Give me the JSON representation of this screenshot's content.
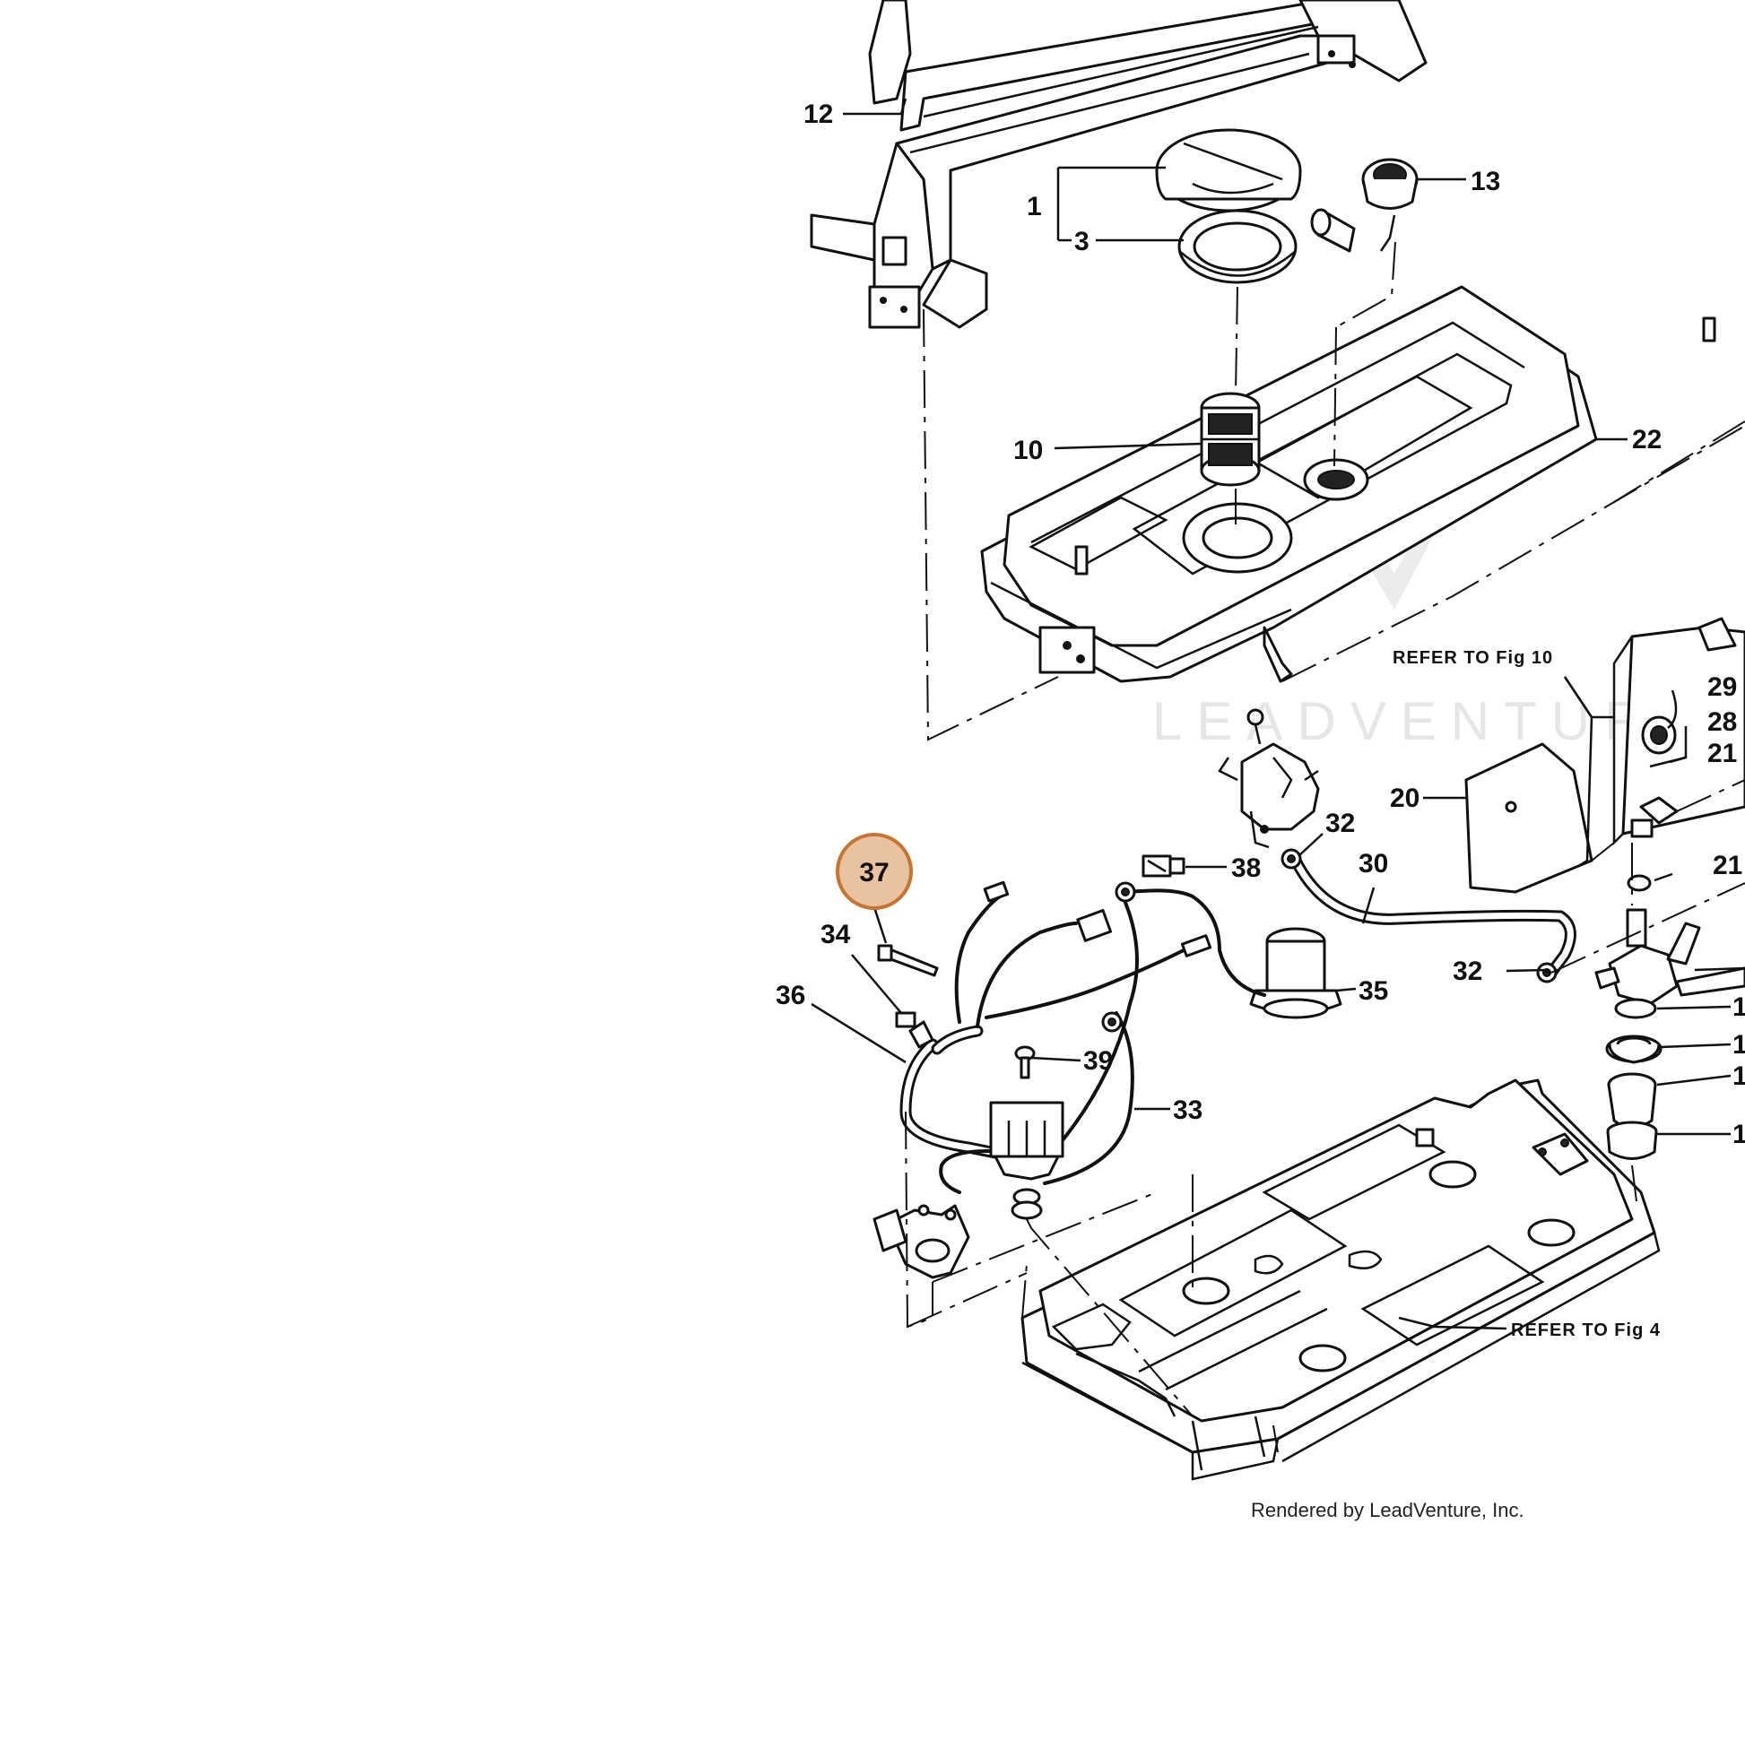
{
  "callouts": [
    {
      "id": "c12",
      "text": "12"
    },
    {
      "id": "c1",
      "text": "1"
    },
    {
      "id": "c3",
      "text": "3"
    },
    {
      "id": "c13",
      "text": "13"
    },
    {
      "id": "c10",
      "text": "10"
    },
    {
      "id": "c22",
      "text": "22"
    },
    {
      "id": "c29",
      "text": "29"
    },
    {
      "id": "c28",
      "text": "28"
    },
    {
      "id": "c21a",
      "text": "21"
    },
    {
      "id": "c20",
      "text": "20"
    },
    {
      "id": "c32a",
      "text": "32"
    },
    {
      "id": "c30",
      "text": "30"
    },
    {
      "id": "c21b",
      "text": "21"
    },
    {
      "id": "c38",
      "text": "38"
    },
    {
      "id": "c37",
      "text": "37"
    },
    {
      "id": "c34",
      "text": "34"
    },
    {
      "id": "c36",
      "text": "36"
    },
    {
      "id": "c35",
      "text": "35"
    },
    {
      "id": "c32b",
      "text": "32"
    },
    {
      "id": "c39",
      "text": "39"
    },
    {
      "id": "c33",
      "text": "33"
    },
    {
      "id": "c1a",
      "text": "1"
    },
    {
      "id": "c1b",
      "text": "1"
    },
    {
      "id": "c1c",
      "text": "1"
    },
    {
      "id": "c1d",
      "text": "1"
    }
  ],
  "references": {
    "fig10": "REFER TO Fig 10",
    "fig4": "REFER TO Fig 4"
  },
  "highlight": {
    "label": "37",
    "color": "#e9c3a0",
    "border_color": "#c8742e"
  },
  "watermark": "LEADVENTURE",
  "credit": "Rendered by LeadVenture, Inc."
}
